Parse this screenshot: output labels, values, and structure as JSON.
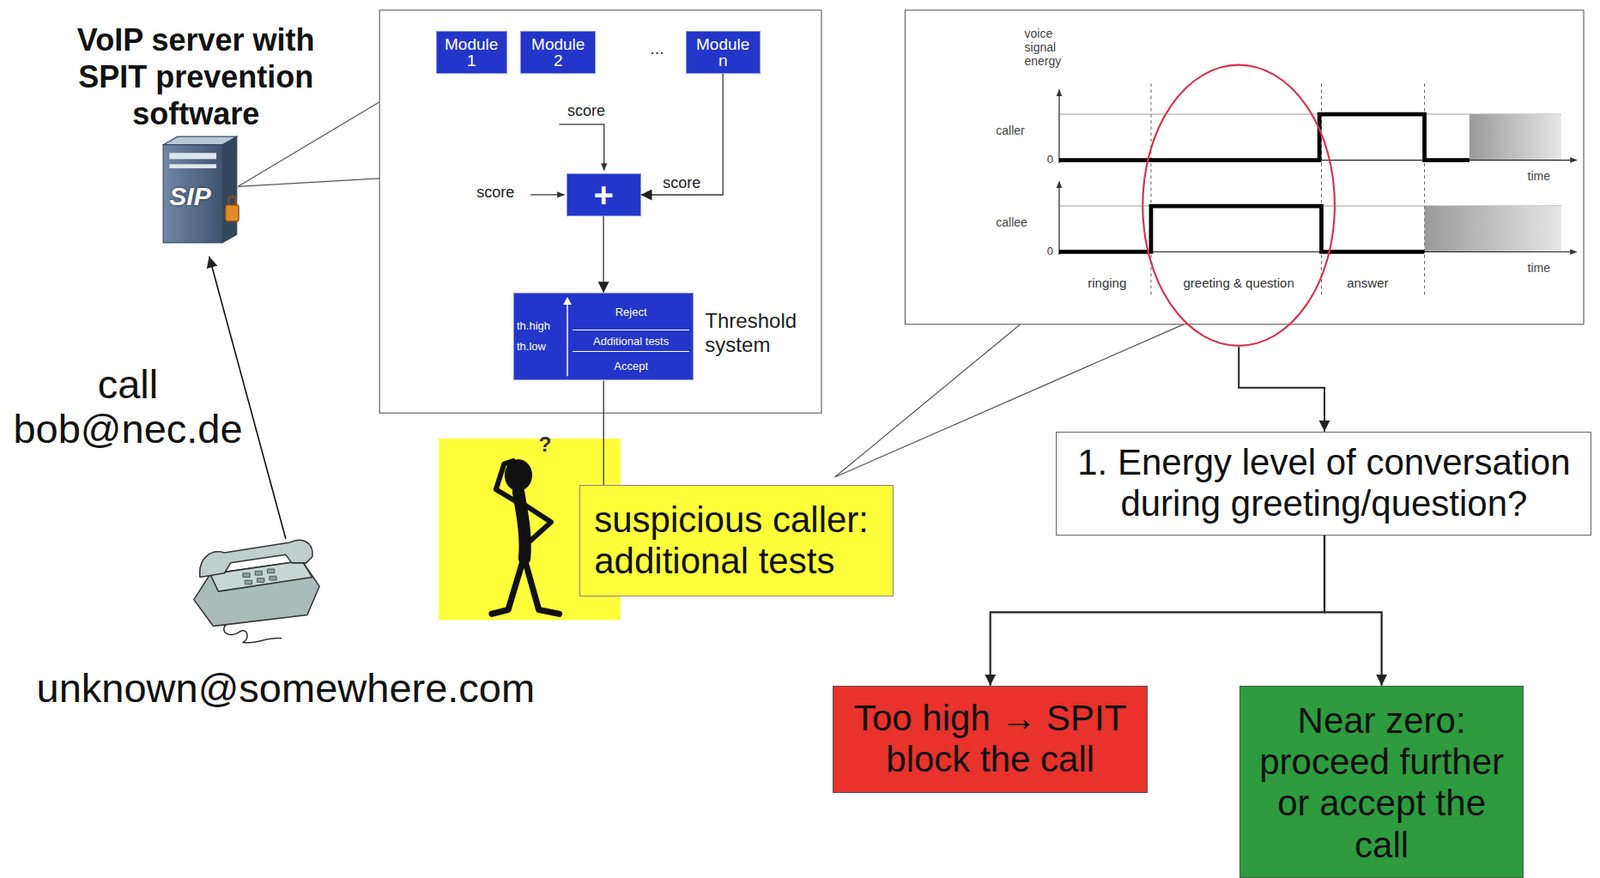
{
  "diagram": {
    "nodes": [
      {
        "text": [
          "VoIP server with SPIT prevention software"
        ]
      },
      {
        "text": [
          "unknown@somewhere.com"
        ]
      },
      {
        "text": [
          "Module 1"
        ]
      },
      {
        "text": [
          "Module 2"
        ]
      },
      {
        "text": [
          "Module n"
        ]
      },
      {
        "text": [
          "+"
        ]
      },
      {
        "text": [
          "Threshold system",
          "th.high",
          "th.low",
          "Reject",
          "Additional tests",
          "Accept"
        ]
      },
      {
        "text": [
          "suspicious caller: additional tests"
        ]
      },
      {
        "text": [
          "greeting & question"
        ]
      },
      {
        "text": [
          "1. Energy level of conversation during greeting/question?"
        ]
      },
      {
        "text": [
          "Too high → SPIT block the call"
        ]
      },
      {
        "text": [
          "Near zero: proceed further or accept the call"
        ]
      }
    ],
    "edges": [
      {
        "from": 1,
        "to": 0,
        "arrow": "to",
        "label": "call bob@nec.de"
      },
      {
        "from": 4,
        "to": 5,
        "arrow": "to",
        "label": "score"
      },
      {
        "from": 5,
        "to": 6,
        "arrow": "to"
      },
      {
        "from": 6,
        "to": 7,
        "arrow": "none"
      },
      {
        "from": 8,
        "to": 9,
        "arrow": "to"
      },
      {
        "from": 9,
        "to": 10,
        "arrow": "to"
      },
      {
        "from": 9,
        "to": 11,
        "arrow": "to"
      }
    ],
    "labels": [
      "SIP",
      "...",
      "score",
      "score",
      "?",
      "voice signal energy",
      "caller",
      "0",
      "time",
      "callee",
      "0",
      "time",
      "ringing",
      "answer"
    ]
  }
}
